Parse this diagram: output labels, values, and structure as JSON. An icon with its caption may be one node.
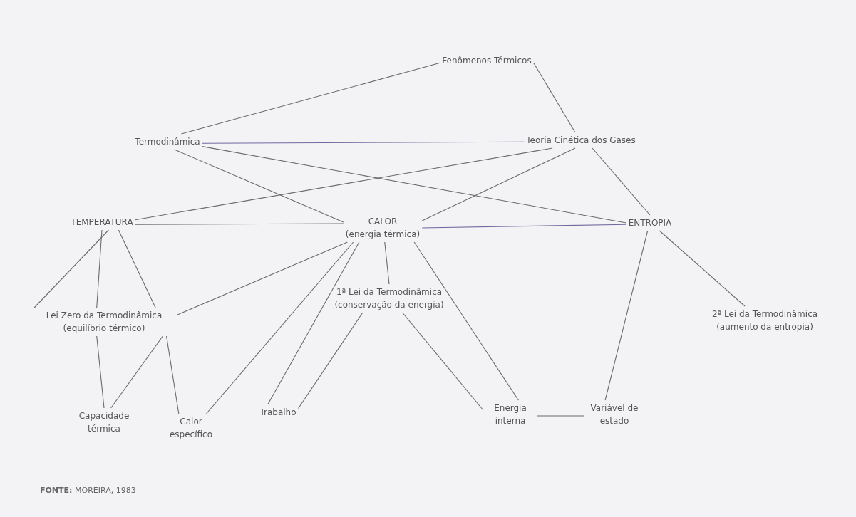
{
  "diagram": {
    "caption": "**FONTE:** MOREIRA, 1983",
    "nodes": [
      {
        "text": [
          "Fenômenos Térmicos"
        ]
      },
      {
        "text": [
          "Termodinâmica"
        ]
      },
      {
        "text": [
          "Teoria Cinética dos Gases"
        ]
      },
      {
        "text": [
          "TEMPERATURA"
        ]
      },
      {
        "text": [
          "CALOR",
          "(energia térmica)"
        ]
      },
      {
        "text": [
          "ENTROPIA"
        ]
      },
      {
        "text": [
          "Lei Zero da Termodinâmica (equilíbrio térmico)"
        ]
      },
      {
        "text": [
          "1ª Lei da Termodinâmica (conservação da energia)"
        ]
      },
      {
        "text": [
          "2ª Lei da Termodinâmica (aumento da entropia)"
        ]
      },
      {
        "text": [
          "Capacidade térmica"
        ]
      },
      {
        "text": [
          "Calor específico"
        ]
      },
      {
        "text": [
          "Trabalho"
        ]
      },
      {
        "text": [
          "Energia interna"
        ]
      },
      {
        "text": [
          "Variável de estado"
        ]
      }
    ],
    "edges": [
      {
        "from": 0,
        "to": 1,
        "arrow": "none"
      },
      {
        "from": 0,
        "to": 2,
        "arrow": "none"
      },
      {
        "from": 1,
        "to": 2,
        "arrow": "none",
        "color": "#6f6a9e"
      },
      {
        "from": 1,
        "to": 4,
        "arrow": "none"
      },
      {
        "from": 1,
        "to": 5,
        "arrow": "none"
      },
      {
        "from": 2,
        "to": 3,
        "arrow": "none"
      },
      {
        "from": 2,
        "to": 4,
        "arrow": "none"
      },
      {
        "from": 2,
        "to": 5,
        "arrow": "none"
      },
      {
        "from": 3,
        "to": 4,
        "arrow": "none"
      },
      {
        "from": 4,
        "to": 5,
        "arrow": "none",
        "color": "#6f6a9e"
      },
      {
        "from": 3,
        "to": 6,
        "arrow": "none"
      },
      {
        "from": 3,
        "to": 6,
        "arrow": "none"
      },
      {
        "from": 3,
        "to": 6,
        "arrow": "none"
      },
      {
        "from": 4,
        "to": 6,
        "arrow": "none"
      },
      {
        "from": 6,
        "to": 9,
        "arrow": "none"
      },
      {
        "from": 6,
        "to": 9,
        "arrow": "none"
      },
      {
        "from": 6,
        "to": 10,
        "arrow": "none"
      },
      {
        "from": 4,
        "to": 10,
        "arrow": "none"
      },
      {
        "from": 4,
        "to": 11,
        "arrow": "none"
      },
      {
        "from": 4,
        "to": 7,
        "arrow": "none"
      },
      {
        "from": 4,
        "to": 12,
        "arrow": "none"
      },
      {
        "from": 7,
        "to": 11,
        "arrow": "none"
      },
      {
        "from": 7,
        "to": 12,
        "arrow": "none"
      },
      {
        "from": 12,
        "to": 13,
        "arrow": "none"
      },
      {
        "from": 5,
        "to": 13,
        "arrow": "none"
      },
      {
        "from": 5,
        "to": 8,
        "arrow": "none"
      }
    ]
  }
}
